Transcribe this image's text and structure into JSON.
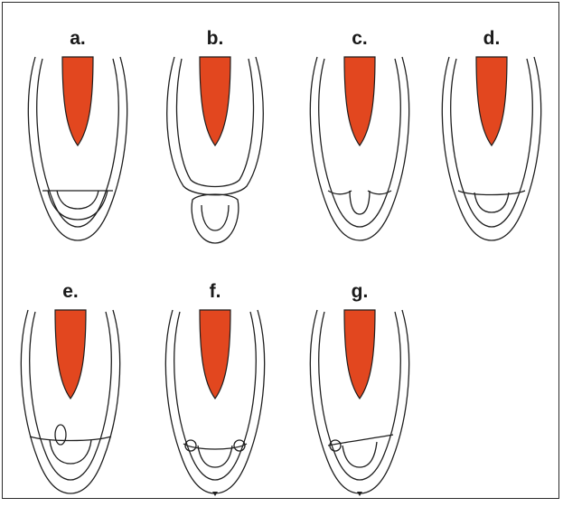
{
  "panels": [
    {
      "label": "a.",
      "variant": "a"
    },
    {
      "label": "b.",
      "variant": "b"
    },
    {
      "label": "c.",
      "variant": "c"
    },
    {
      "label": "d.",
      "variant": "d"
    },
    {
      "label": "e.",
      "variant": "e"
    },
    {
      "label": "f.",
      "variant": "f"
    },
    {
      "label": "g.",
      "variant": "g"
    }
  ],
  "colors": {
    "canal_fill": "#e2471f",
    "outline": "#1e1e1e"
  }
}
